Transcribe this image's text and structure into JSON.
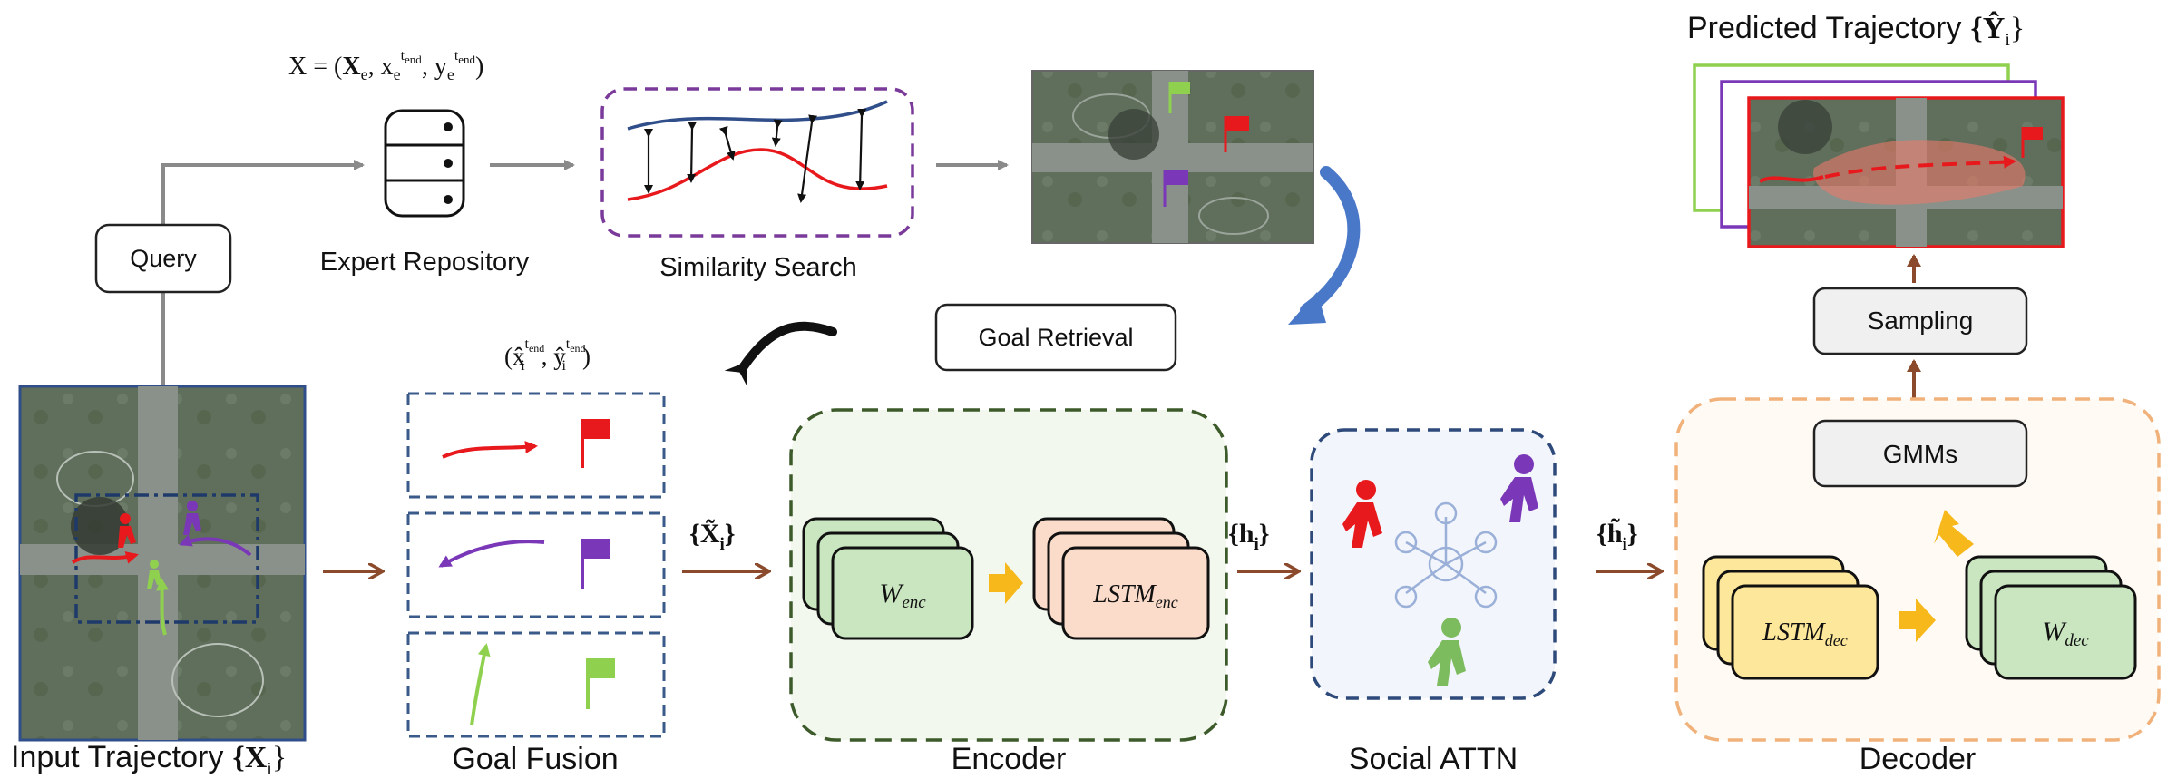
{
  "labels": {
    "query": "Query",
    "expert_repository": "Expert Repository",
    "similarity_search": "Similarity Search",
    "goal_retrieval": "Goal Retrieval",
    "predicted_trajectory": "Predicted Trajectory",
    "predicted_trajectory_sym": "{Ŷ",
    "predicted_trajectory_sub": "i",
    "predicted_trajectory_close": "}",
    "input_trajectory": "Input Trajectory",
    "input_trajectory_sym": "{X",
    "input_trajectory_sub": "i",
    "input_trajectory_close": "}",
    "goal_fusion": "Goal Fusion",
    "encoder": "Encoder",
    "social_attn": "Social ATTN",
    "decoder": "Decoder",
    "sampling": "Sampling",
    "gmms": "GMMs"
  },
  "math": {
    "query_set_prefix": "X = (",
    "query_set_x": "X",
    "query_set_e": "e",
    "query_set_rest": ", x",
    "query_set_rest2": ", y",
    "query_set_close": ")",
    "t_end": "t",
    "end": "end",
    "goal_coord": "(x̂",
    "goal_coord_mid": ", ŷ",
    "goal_coord_close": ")",
    "i": "i",
    "x_tilde": "{X̃",
    "h": "{h",
    "h_tilde": "{h̃",
    "brace_close": "}"
  },
  "blocks": {
    "w_enc": "W",
    "w_enc_sub": "enc",
    "lstm_enc": "LSTM",
    "lstm_enc_sub": "enc",
    "lstm_dec": "LSTM",
    "lstm_dec_sub": "dec",
    "w_dec": "W",
    "w_dec_sub": "dec"
  },
  "colors": {
    "trajectory_red": "#e8191c",
    "trajectory_purple": "#7a38b8",
    "trajectory_green": "#8fd14f",
    "arrow_brown": "#8b4a2b",
    "arrow_gray": "#8a8a8a",
    "encoder_border": "#3d5a2a",
    "social_border": "#2e4a7a",
    "decoder_border": "#f0b27a",
    "similarity_border": "#7a3a9a",
    "goal_fusion_border": "#3a5a8a",
    "w_block": "#c9e6c0",
    "lstm_enc_block": "#fbdccb",
    "lstm_dec_block": "#fde79a",
    "arrow_yellow": "#f6b81a",
    "goal_retrieval_arrow": "#4a78c8"
  }
}
